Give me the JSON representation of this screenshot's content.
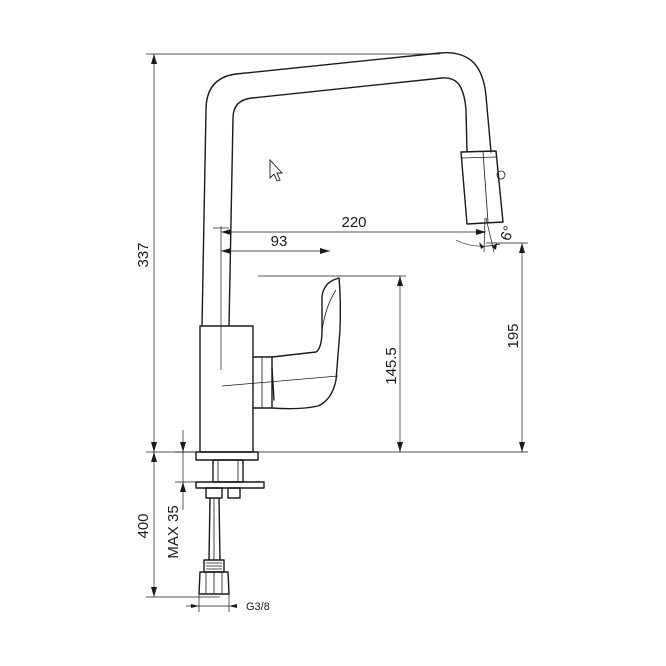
{
  "dimensions": {
    "total_height": "337",
    "spout_reach": "220",
    "lever_offset": "93",
    "lever_height": "145.5",
    "outlet_height": "195",
    "spout_angle": "6°",
    "hose_length": "400",
    "max_deck_thickness": "MAX 35",
    "thread": "G3/8"
  }
}
